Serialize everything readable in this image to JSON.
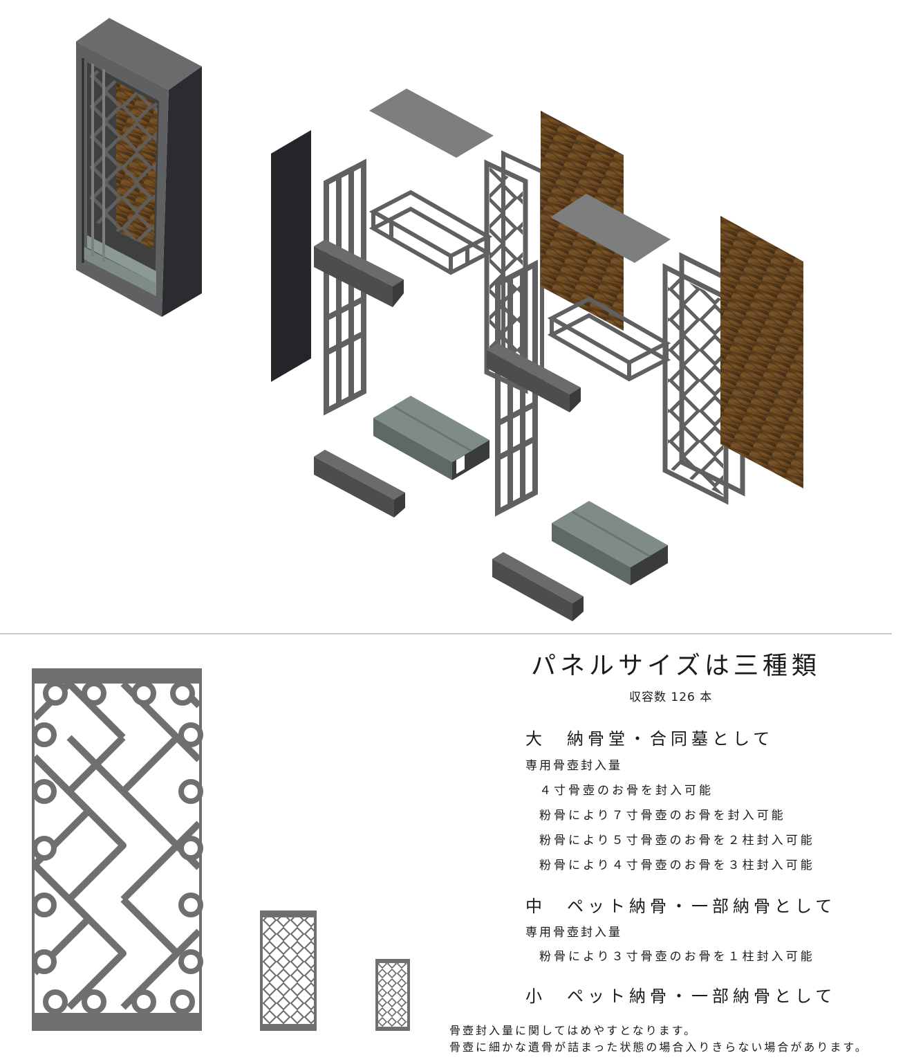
{
  "colors": {
    "frame": "#5f6061",
    "frame_dark": "#3a3b3c",
    "panel_black": "#232528",
    "lid": "#7d7e7f",
    "tray": "#7f8c86",
    "wood": "#6b4a22",
    "separator": "#c8c8c8"
  },
  "info": {
    "title": "パネルサイズは三種類",
    "capacity": "収容数 126 本",
    "large": {
      "heading": "大　納骨堂・合同墓として",
      "sub": "専用骨壺封入量",
      "lines": [
        "４寸骨壺のお骨を封入可能",
        "粉骨により７寸骨壺のお骨を封入可能",
        "粉骨により５寸骨壺のお骨を２柱封入可能",
        "粉骨により４寸骨壺のお骨を３柱封入可能"
      ]
    },
    "medium": {
      "heading": "中　ペット納骨・一部納骨として",
      "sub": "専用骨壺封入量",
      "lines": [
        "粉骨により３寸骨壺のお骨を１柱封入可能"
      ]
    },
    "small": {
      "heading": "小　ペット納骨・一部納骨として"
    },
    "notes": [
      "骨壺封入量に関してはめやすとなります。",
      "骨壺に細かな遺骨が詰まった状態の場合入りきらない場合があります。"
    ]
  },
  "icons": {
    "assembled": "assembled-cabinet-icon",
    "exploded": "exploded-parts-icon",
    "panel_large": "lattice-panel-large-icon",
    "panel_medium": "lattice-panel-medium-icon",
    "panel_small": "lattice-panel-small-icon"
  }
}
